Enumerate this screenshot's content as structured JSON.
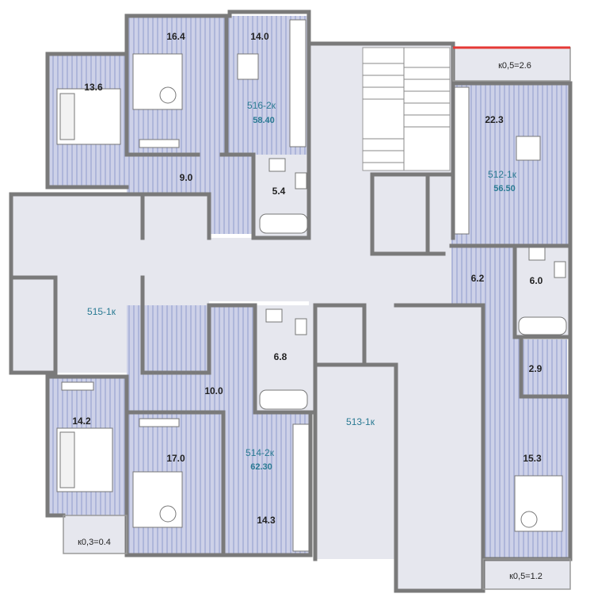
{
  "floor_plan": {
    "colors": {
      "wall": "#7a7a7a",
      "room_fill": "#e6e7ee",
      "striped_fill": "#c9cde6",
      "stripe": "#a9b1d6",
      "balcony_edge": "#e53935",
      "apartment_label": "#2a7a93",
      "area_label": "#222222"
    },
    "apartments": [
      {
        "id": "apt-516",
        "label": "516-2к",
        "total": "58.40"
      },
      {
        "id": "apt-512",
        "label": "512-1к",
        "total": "56.50"
      },
      {
        "id": "apt-515",
        "label": "515-1к",
        "total": ""
      },
      {
        "id": "apt-514",
        "label": "514-2к",
        "total": "62.30"
      },
      {
        "id": "apt-513",
        "label": "513-1к",
        "total": ""
      }
    ],
    "room_areas": {
      "r1": "16.4",
      "r2": "14.0",
      "r3": "13.6",
      "r4": "22.3",
      "r5": "9.0",
      "r6": "5.4",
      "r7": "6.2",
      "r8": "6.0",
      "r9": "6.8",
      "r10": "2.9",
      "r11": "10.0",
      "r12": "14.2",
      "r13": "17.0",
      "r14": "15.3",
      "r15": "14.3"
    },
    "balconies": {
      "b1": "к0,5=2.6",
      "b2": "к0,3=0.4",
      "b3": "к0,5=1.2"
    }
  }
}
